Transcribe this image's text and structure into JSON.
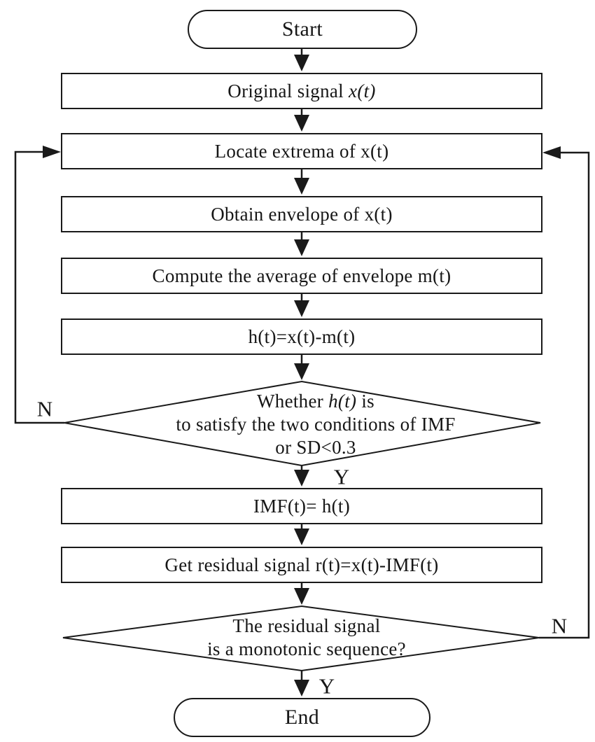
{
  "figure": {
    "type": "flowchart",
    "background_color": "#ffffff",
    "stroke_color": "#1a1a1a",
    "nodes": {
      "start": "Start",
      "original_signal": {
        "prefix": "Original signal ",
        "math": "x(t)"
      },
      "locate_extrema": "Locate extrema of x(t)",
      "obtain_envelope": "Obtain envelope of x(t)",
      "compute_average": "Compute the average of envelope m(t)",
      "sift": "h(t)=x(t)-m(t)",
      "decision_imf": {
        "line1_pre": "Whether ",
        "line1_math": "h(t)",
        "line1_post": " is",
        "line2": "to satisfy the two conditions of IMF",
        "line3": "or SD<0.3"
      },
      "assign_imf": "IMF(t)= h(t)",
      "residual": "Get residual signal r(t)=x(t)-IMF(t)",
      "decision_monotonic": {
        "line1": "The residual signal",
        "line2": "is a monotonic sequence?"
      },
      "end": "End"
    },
    "edge_labels": {
      "decision_imf_no": "N",
      "decision_imf_yes": "Y",
      "decision_monotonic_no": "N",
      "decision_monotonic_yes": "Y"
    },
    "edges": [
      {
        "from": "start",
        "to": "original_signal"
      },
      {
        "from": "original_signal",
        "to": "locate_extrema"
      },
      {
        "from": "locate_extrema",
        "to": "obtain_envelope"
      },
      {
        "from": "obtain_envelope",
        "to": "compute_average"
      },
      {
        "from": "compute_average",
        "to": "sift"
      },
      {
        "from": "sift",
        "to": "decision_imf"
      },
      {
        "from": "decision_imf",
        "to": "assign_imf",
        "label": "Y"
      },
      {
        "from": "decision_imf",
        "to": "locate_extrema",
        "label": "N",
        "route": "left-loop"
      },
      {
        "from": "assign_imf",
        "to": "residual"
      },
      {
        "from": "residual",
        "to": "decision_monotonic"
      },
      {
        "from": "decision_monotonic",
        "to": "end",
        "label": "Y"
      },
      {
        "from": "decision_monotonic",
        "to": "locate_extrema",
        "label": "N",
        "route": "right-loop"
      }
    ]
  }
}
